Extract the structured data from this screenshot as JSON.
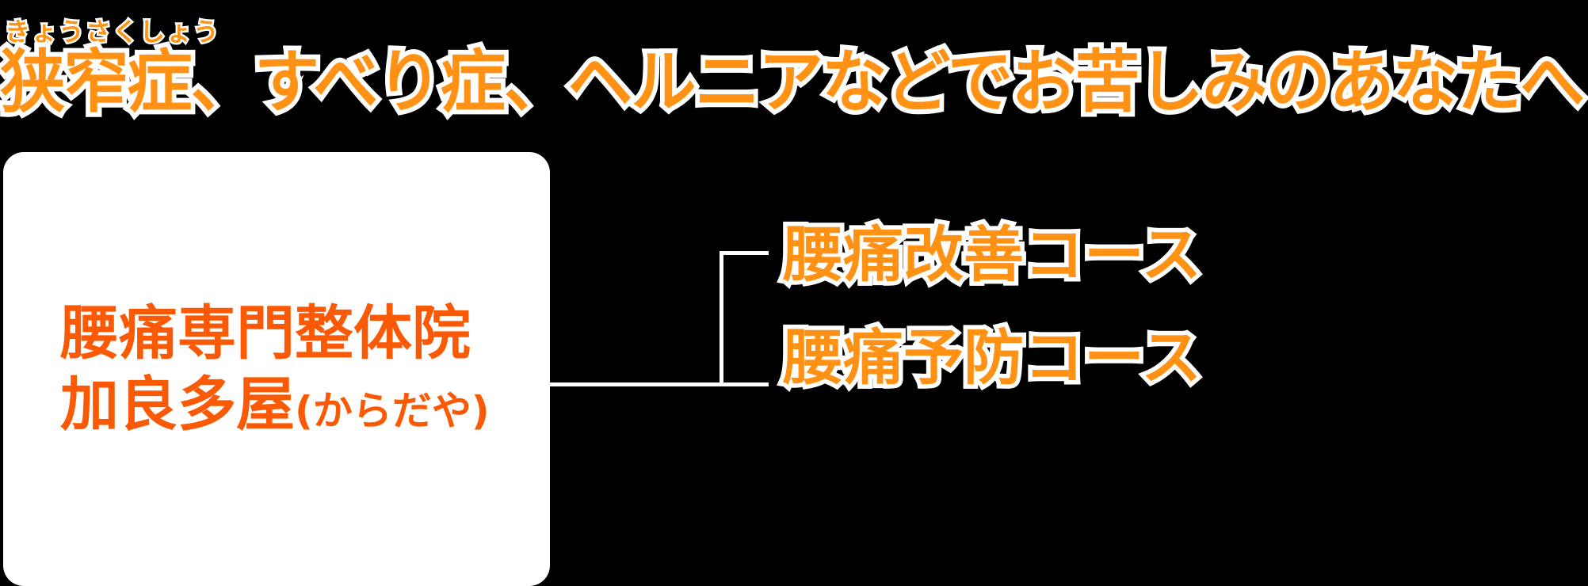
{
  "headline": {
    "furigana": "きょうさくしょう",
    "text": "狭窄症、すべり症、ヘルニアなどでお苦しみのあなたへ",
    "color": "#FF9214",
    "outline_color": "#FFFFFF"
  },
  "clinic_card": {
    "background": "#FFFFFF",
    "text_color": "#FA5A05",
    "line_1": "腰痛専門整体院",
    "line_2_main": "加良多屋",
    "line_2_reading": "(からだや)"
  },
  "connector": {
    "color": "#FFFFFF"
  },
  "courses": [
    {
      "label": "腰痛改善コース"
    },
    {
      "label": "腰痛予防コース"
    }
  ],
  "page": {
    "background": "#000000"
  }
}
